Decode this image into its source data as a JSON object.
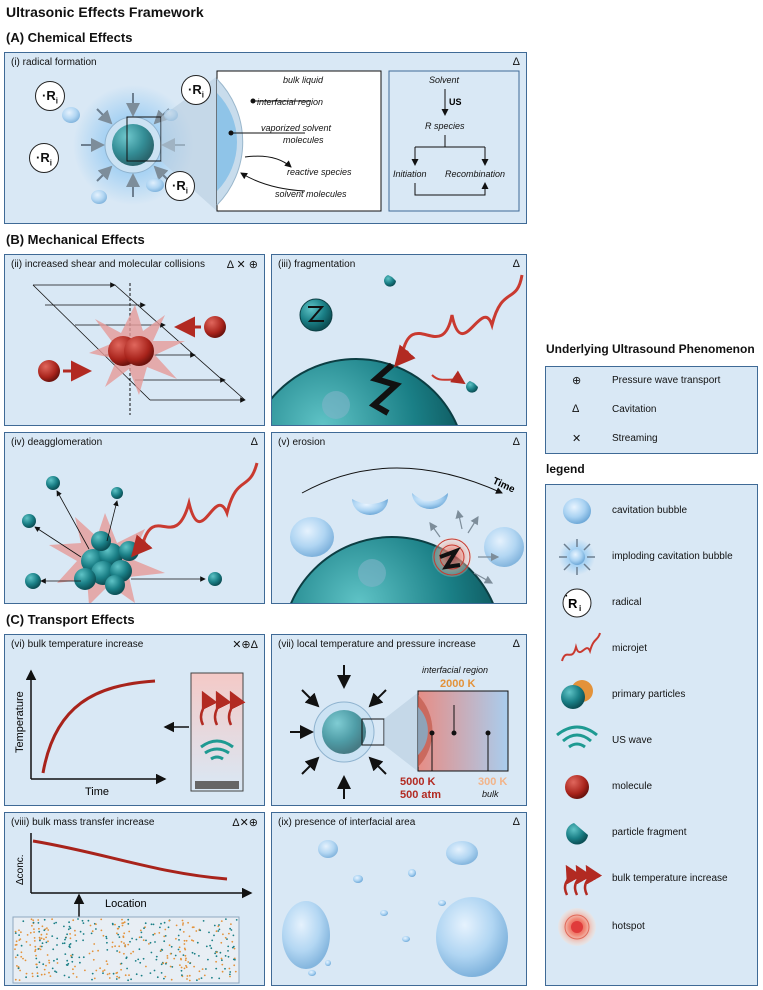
{
  "title": "Ultrasonic Effects Framework",
  "sections": {
    "a": "(A) Chemical Effects",
    "b": "(B) Mechanical Effects",
    "c": "(C) Transport Effects"
  },
  "panels": {
    "p1": {
      "label": "(i) radical formation",
      "sym": "Δ",
      "zoom": [
        "bulk liquid",
        "interfacial region",
        "vaporized solvent",
        "molecules",
        "reactive species",
        "solvent molecules"
      ],
      "flow": {
        "solvent": "Solvent",
        "us": "US",
        "r": "R species",
        "init": "Initiation",
        "recomb": "Recombination"
      },
      "radical": "R",
      "radical_sub": "i"
    },
    "p2": {
      "label": "(ii) increased shear and molecular collisions",
      "sym": "Δ ✕ ⊕"
    },
    "p3": {
      "label": "(iii) fragmentation",
      "sym": "Δ"
    },
    "p4": {
      "label": "(iv) deagglomeration",
      "sym": "Δ"
    },
    "p5": {
      "label": "(v) erosion",
      "sym": "Δ",
      "time": "Time"
    },
    "p6": {
      "label": "(vi) bulk temperature increase",
      "sym": "✕⊕Δ",
      "ylabel": "Temperature",
      "xlabel": "Time"
    },
    "p7": {
      "label": "(vii) local temperature and pressure increase",
      "sym": "Δ",
      "interfacial": "interfacial region",
      "t2000": "2000 K",
      "t5000": "5000 K",
      "p500": "500 atm",
      "t300": "300 K",
      "bulk": "bulk"
    },
    "p8": {
      "label": "(viii) bulk mass transfer increase",
      "sym": "Δ✕⊕",
      "ylabel": "Δconc.",
      "xlabel": "Location"
    },
    "p9": {
      "label": "(ix) presence of interfacial area",
      "sym": "Δ"
    }
  },
  "phenomenon": {
    "title": "Underlying Ultrasound Phenomenon",
    "items": [
      {
        "sym": "⊕",
        "label": "Pressure wave transport"
      },
      {
        "sym": "Δ",
        "label": "Cavitation"
      },
      {
        "sym": "✕",
        "label": "Streaming"
      }
    ]
  },
  "legend": {
    "title": "legend",
    "items": [
      {
        "label": "cavitation bubble",
        "icon": "cavitation-bubble-icon"
      },
      {
        "label": "imploding cavitation bubble",
        "icon": "imploding-bubble-icon"
      },
      {
        "label": "radical",
        "icon": "radical-icon"
      },
      {
        "label": "microjet",
        "icon": "microjet-icon"
      },
      {
        "label": "primary particles",
        "icon": "primary-particles-icon"
      },
      {
        "label": "US wave",
        "icon": "us-wave-icon"
      },
      {
        "label": "molecule",
        "icon": "molecule-icon"
      },
      {
        "label": "particle fragment",
        "icon": "particle-fragment-icon"
      },
      {
        "label": "bulk temperature increase",
        "icon": "heat-arrows-icon"
      },
      {
        "label": "hotspot",
        "icon": "hotspot-icon"
      }
    ]
  },
  "colors": {
    "panel": "#d9e8f5",
    "border": "#3f6a96",
    "teal": "#1a7f86",
    "red": "#b22a22",
    "orange": "#e3923a",
    "bubble": "#9dc9ec"
  }
}
